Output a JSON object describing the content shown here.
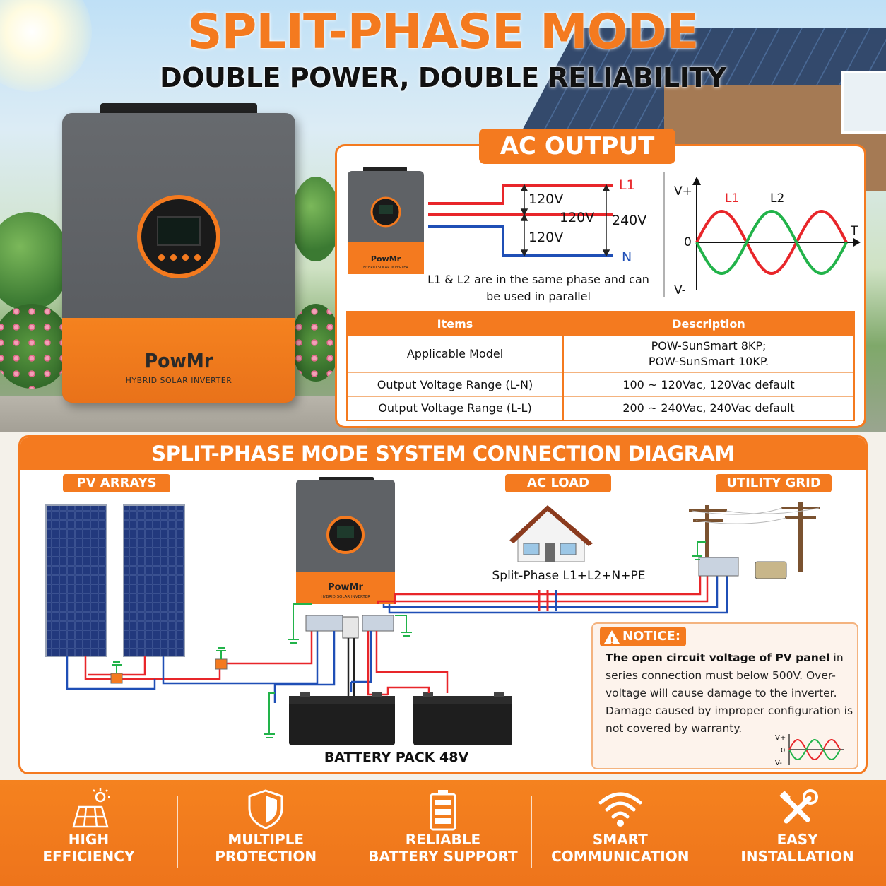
{
  "hero": {
    "title": "SPLIT-PHASE MODE",
    "subtitle": "DOUBLE POWER, DOUBLE RELIABILITY"
  },
  "inverter": {
    "brand": "PowMr",
    "subtitle": "HYBRID SOLAR INVERTER"
  },
  "ac_output": {
    "badge": "AC OUTPUT",
    "labels": {
      "l1": "L1",
      "n": "N",
      "v_top": "120V",
      "v_mid": "120V",
      "v_bottom": "120V",
      "v_total": "240V"
    },
    "note": "L1 & L2 are in the same phase and can be used in parallel",
    "waveform": {
      "v_plus": "V+",
      "v_minus": "V-",
      "zero": "0",
      "t": "T",
      "l1": "L1",
      "l2": "L2"
    }
  },
  "spec_table": {
    "headers": [
      "Items",
      "Description"
    ],
    "rows": [
      {
        "item": "Applicable Model",
        "desc_line1": "POW-SunSmart 8KP;",
        "desc_line2": "POW-SunSmart 10KP."
      },
      {
        "item": "Output Voltage Range (L-N)",
        "desc": "100 ~ 120Vac, 120Vac default"
      },
      {
        "item": "Output Voltage Range (L-L)",
        "desc": "200 ~ 240Vac, 240Vac default"
      }
    ]
  },
  "diagram": {
    "title": "SPLIT-PHASE MODE SYSTEM CONNECTION DIAGRAM",
    "pv_arrays": "PV ARRAYS",
    "ac_load": "AC LOAD",
    "utility_grid": "UTILITY GRID",
    "house_label": "Split-Phase L1+L2+N+PE",
    "battery_label": "BATTERY PACK 48V"
  },
  "notice": {
    "title": "NOTICE:",
    "line1": "The open circuit voltage of PV panel",
    "text": "in series connection must below 500V. Over-voltage will cause damage to the inverter. Damage caused by improper configuration is not covered by warranty.",
    "mini_v_plus": "V+",
    "mini_zero": "0",
    "mini_v_minus": "V-"
  },
  "features": [
    {
      "label": "HIGH\nEFFICIENCY",
      "icon": "solar-panel-icon"
    },
    {
      "label": "MULTIPLE\nPROTECTION",
      "icon": "shield-icon"
    },
    {
      "label": "RELIABLE\nBATTERY SUPPORT",
      "icon": "battery-icon"
    },
    {
      "label": "SMART\nCOMMUNICATION",
      "icon": "wifi-icon"
    },
    {
      "label": "EASY\nINSTALLATION",
      "icon": "tools-icon"
    }
  ],
  "colors": {
    "accent": "#f47a1f",
    "line_red": "#e8262a",
    "line_blue": "#1f4fb6",
    "line_green": "#22b34a",
    "inverter_gray": "#5f6266"
  }
}
